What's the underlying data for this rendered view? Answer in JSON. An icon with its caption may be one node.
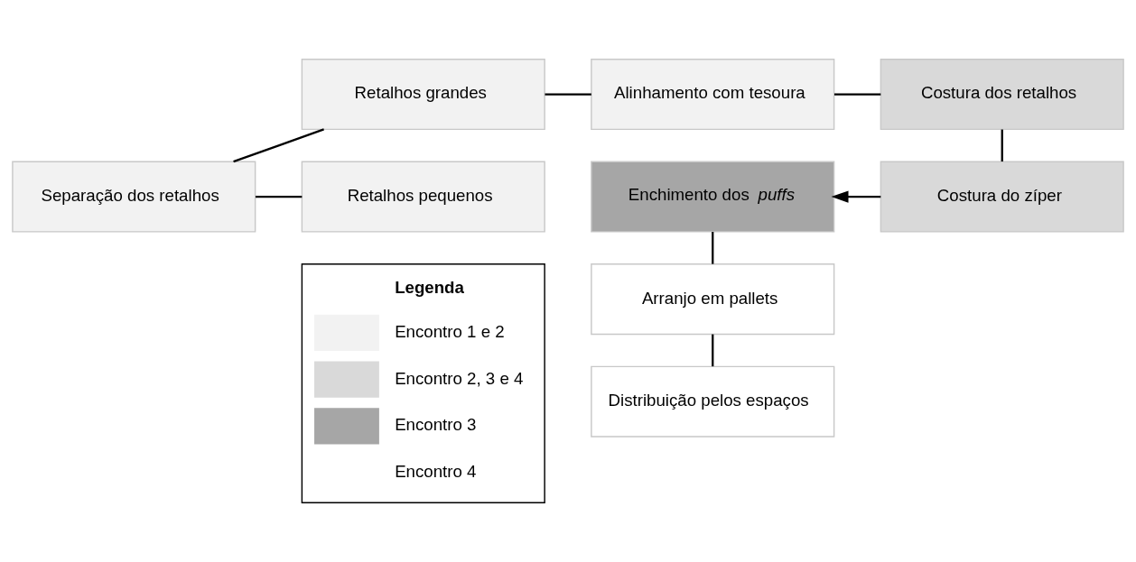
{
  "diagram": {
    "nodes": [
      {
        "text": [
          "Separação dos retalhos"
        ]
      },
      {
        "text": [
          "Retalhos grandes"
        ]
      },
      {
        "text": [
          "Alinhamento com tesoura"
        ]
      },
      {
        "text": [
          "Costura dos retalhos"
        ]
      },
      {
        "text": [
          "Retalhos pequenos"
        ]
      },
      {
        "text": [
          "Enchimento dos *puffs*"
        ]
      },
      {
        "text": [
          "Costura do zíper"
        ]
      },
      {
        "text": [
          "Arranjo em pallets"
        ]
      },
      {
        "text": [
          "Distribuição pelos espaços"
        ]
      }
    ],
    "edges": [
      {
        "from": 0,
        "to": 1,
        "arrow": "none"
      },
      {
        "from": 0,
        "to": 4,
        "arrow": "none"
      },
      {
        "from": 1,
        "to": 2,
        "arrow": "none"
      },
      {
        "from": 2,
        "to": 3,
        "arrow": "none"
      },
      {
        "from": 3,
        "to": 6,
        "arrow": "none"
      },
      {
        "from": 6,
        "to": 5,
        "arrow": "to"
      },
      {
        "from": 5,
        "to": 7,
        "arrow": "none"
      },
      {
        "from": 7,
        "to": 8,
        "arrow": "none"
      }
    ],
    "labels": [
      "Legenda"
    ],
    "legend": [
      {
        "text": "Encontro 1 e 2",
        "color": "#f2f2f2"
      },
      {
        "text": "Encontro 2, 3 e 4",
        "color": "#d9d9d9"
      },
      {
        "text": "Encontro 3",
        "color": "#a6a6a6"
      },
      {
        "text": "Encontro 4",
        "color": "#ffffff"
      }
    ]
  }
}
